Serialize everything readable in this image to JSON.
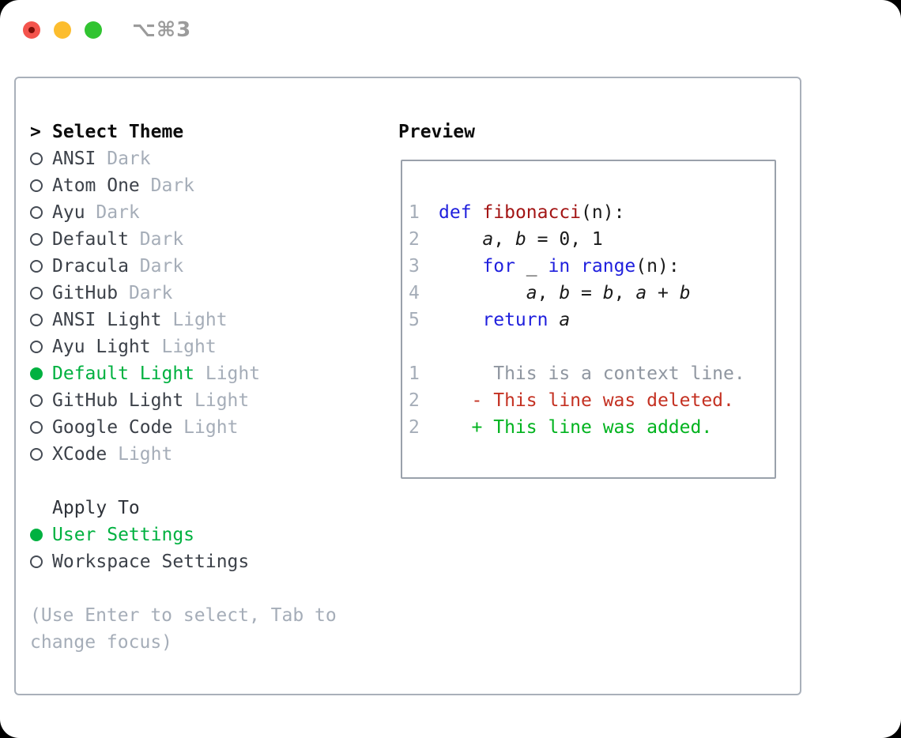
{
  "window": {
    "title_shortcut": "⌥⌘3",
    "traffic_lights": [
      {
        "name": "close-button",
        "color": "#f4544d"
      },
      {
        "name": "minimize-button",
        "color": "#fcbd2e"
      },
      {
        "name": "zoom-button",
        "color": "#31c431"
      }
    ]
  },
  "theme_picker": {
    "prompt": ">",
    "title": "Select Theme",
    "items": [
      {
        "name": "ANSI",
        "tag": "Dark",
        "selected": false
      },
      {
        "name": "Atom One",
        "tag": "Dark",
        "selected": false
      },
      {
        "name": "Ayu",
        "tag": "Dark",
        "selected": false
      },
      {
        "name": "Default",
        "tag": "Dark",
        "selected": false
      },
      {
        "name": "Dracula",
        "tag": "Dark",
        "selected": false
      },
      {
        "name": "GitHub",
        "tag": "Dark",
        "selected": false
      },
      {
        "name": "ANSI Light",
        "tag": "Light",
        "selected": false
      },
      {
        "name": "Ayu Light",
        "tag": "Light",
        "selected": false
      },
      {
        "name": "Default Light",
        "tag": "Light",
        "selected": true
      },
      {
        "name": "GitHub Light",
        "tag": "Light",
        "selected": false
      },
      {
        "name": "Google Code",
        "tag": "Light",
        "selected": false
      },
      {
        "name": "XCode",
        "tag": "Light",
        "selected": false
      }
    ],
    "apply_to": {
      "title": "Apply To",
      "options": [
        {
          "label": "User Settings",
          "selected": true
        },
        {
          "label": "Workspace Settings",
          "selected": false
        }
      ]
    },
    "hint": "(Use Enter to select, Tab to change focus)"
  },
  "preview": {
    "title": "Preview",
    "code_lines": [
      {
        "num": "1",
        "tokens": [
          [
            "kw",
            "def"
          ],
          [
            "pl",
            " "
          ],
          [
            "fn",
            "fibonacci"
          ],
          [
            "pl",
            "(n):"
          ]
        ]
      },
      {
        "num": "2",
        "tokens": [
          [
            "pl",
            "    "
          ],
          [
            "var",
            "a"
          ],
          [
            "pl",
            ", "
          ],
          [
            "var",
            "b"
          ],
          [
            "pl",
            " = 0, 1"
          ]
        ]
      },
      {
        "num": "3",
        "tokens": [
          [
            "pl",
            "    "
          ],
          [
            "kw",
            "for"
          ],
          [
            "pl",
            " _ "
          ],
          [
            "kw",
            "in"
          ],
          [
            "pl",
            " "
          ],
          [
            "kw",
            "range"
          ],
          [
            "pl",
            "(n):"
          ]
        ]
      },
      {
        "num": "4",
        "tokens": [
          [
            "pl",
            "        "
          ],
          [
            "var",
            "a"
          ],
          [
            "pl",
            ", "
          ],
          [
            "var",
            "b"
          ],
          [
            "pl",
            " = "
          ],
          [
            "var",
            "b"
          ],
          [
            "pl",
            ", "
          ],
          [
            "var",
            "a"
          ],
          [
            "pl",
            " + "
          ],
          [
            "var",
            "b"
          ]
        ]
      },
      {
        "num": "5",
        "tokens": [
          [
            "pl",
            "    "
          ],
          [
            "kw",
            "return"
          ],
          [
            "pl",
            " "
          ],
          [
            "var",
            "a"
          ]
        ]
      }
    ],
    "diff_lines": [
      {
        "num": "1",
        "marker": " ",
        "text": "This is a context line.",
        "kind": "context"
      },
      {
        "num": "2",
        "marker": "-",
        "text": "This line was deleted.",
        "kind": "deleted"
      },
      {
        "num": "2",
        "marker": "+",
        "text": "This line was added.",
        "kind": "added"
      }
    ]
  },
  "colors": {
    "accent_selected": "#00b140",
    "keyword": "#1f1fdd",
    "function_name": "#a31515",
    "diff_deleted": "#c43122",
    "diff_added": "#00b31e",
    "muted_gray": "#a5adb8",
    "panel_border": "#a9b0ba"
  }
}
